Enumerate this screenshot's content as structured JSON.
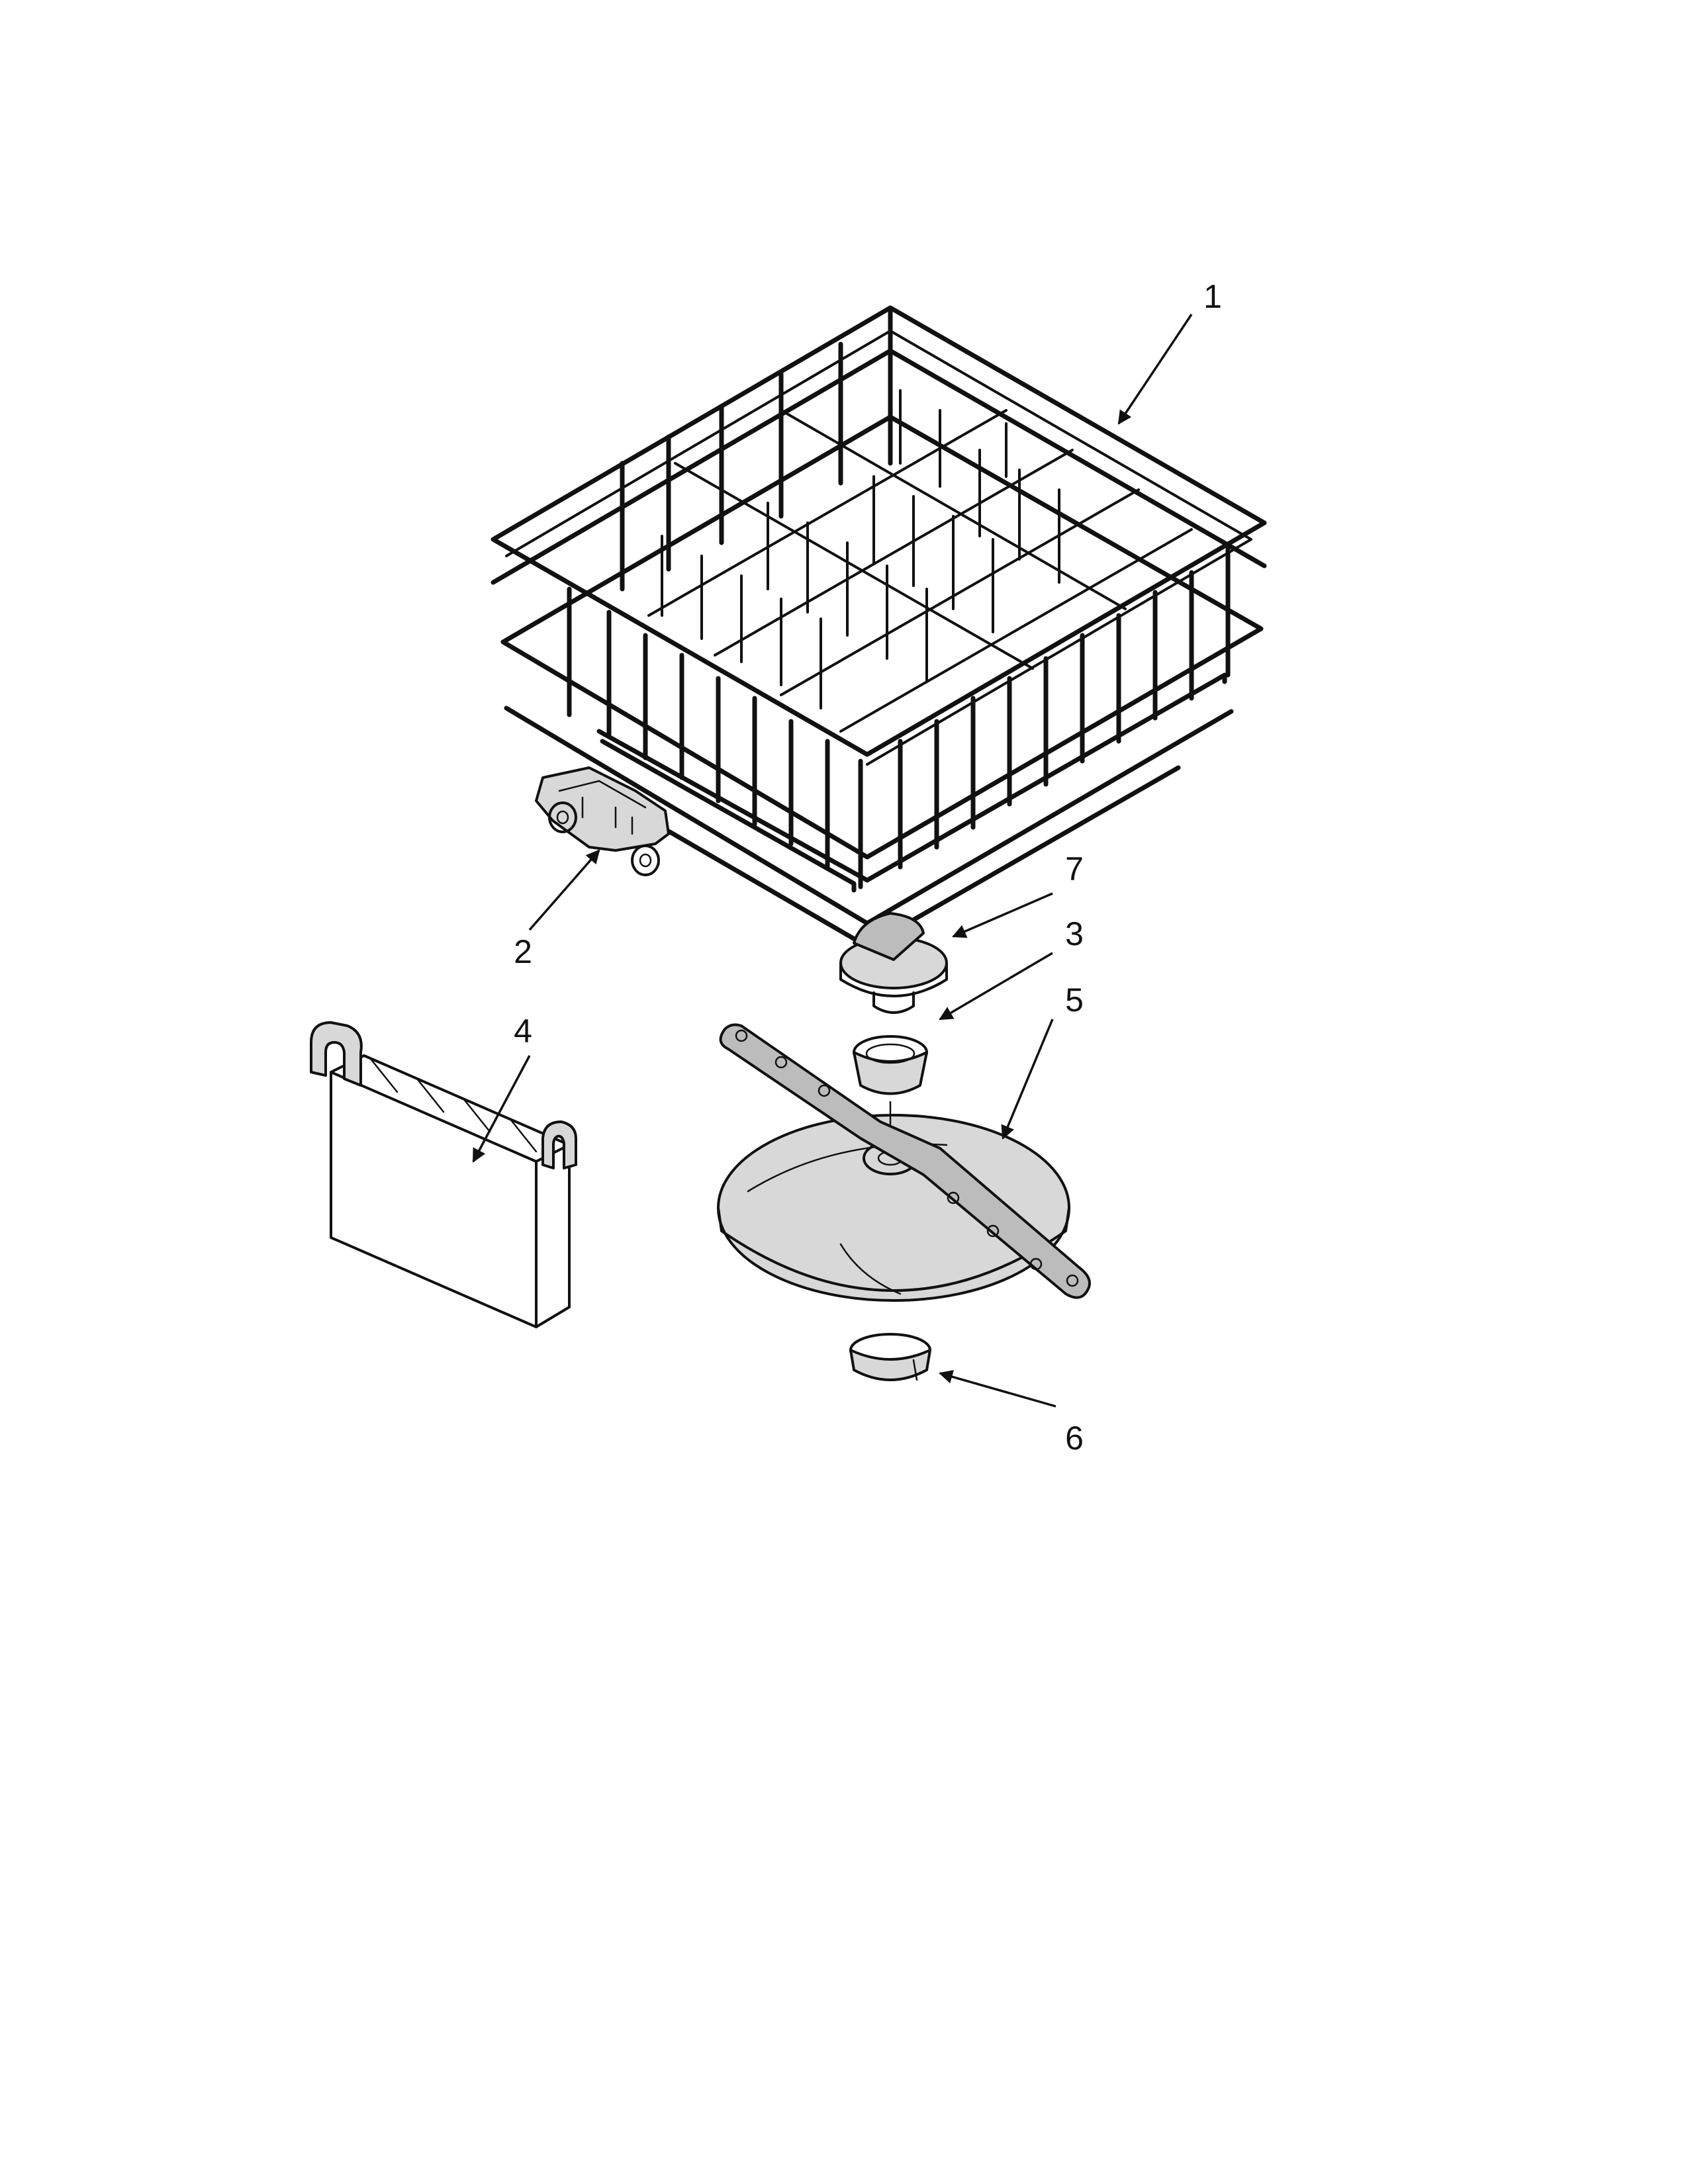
{
  "callouts": {
    "c1": "1",
    "c2": "2",
    "c3": "3",
    "c4": "4",
    "c5": "5",
    "c6": "6",
    "c7": "7"
  },
  "parts": {
    "p1": "lower-dishrack",
    "p2": "rack-wheel-assembly",
    "p3": "spray-arm-bearing",
    "p4": "silverware-basket",
    "p5": "lower-spray-arm-with-cover",
    "p6": "retaining-ring",
    "p7": "spray-arm-cap"
  },
  "colors": {
    "line": "#111111",
    "part_fill": "#d8d8d8",
    "background": "#ffffff"
  }
}
